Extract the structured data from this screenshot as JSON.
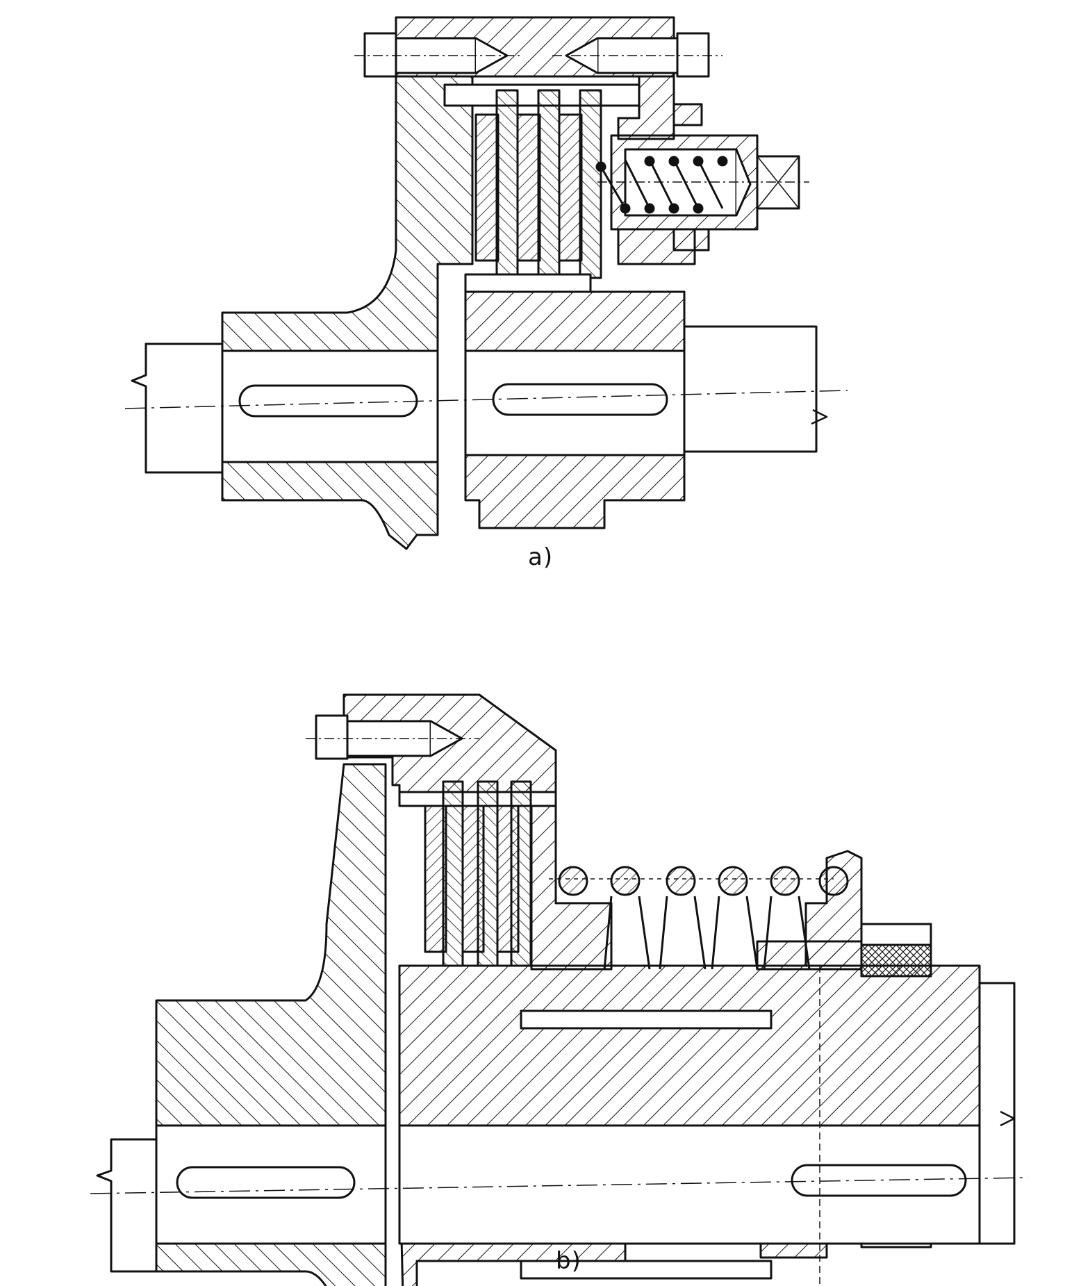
{
  "figures": [
    {
      "id": "a",
      "caption": "a)"
    },
    {
      "id": "b",
      "caption": "b)"
    }
  ],
  "colors": {
    "ink": "#111111",
    "paper": "#ffffff"
  }
}
